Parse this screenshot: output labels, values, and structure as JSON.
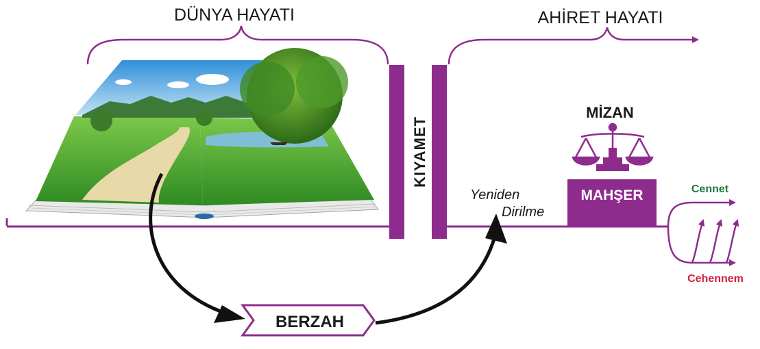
{
  "labels": {
    "dunya": "DÜNYA HAYATI",
    "ahiret": "AHİRET HAYATI",
    "kiyamet": "KIYAMET",
    "yeniden": "Yeniden",
    "dirilme": "Dirilme",
    "mizan": "MİZAN",
    "mahser": "MAHŞER",
    "cennet": "Cennet",
    "cehennem": "Cehennem",
    "berzah": "BERZAH"
  },
  "colors": {
    "purple": "#8E2C8D",
    "dark": "#1a1a1a",
    "cennet": "#1E7A3A",
    "cehennem": "#D21F3C"
  },
  "icons": {
    "book": "open-book-landscape-illustration",
    "scale": "balance-scale-icon"
  }
}
